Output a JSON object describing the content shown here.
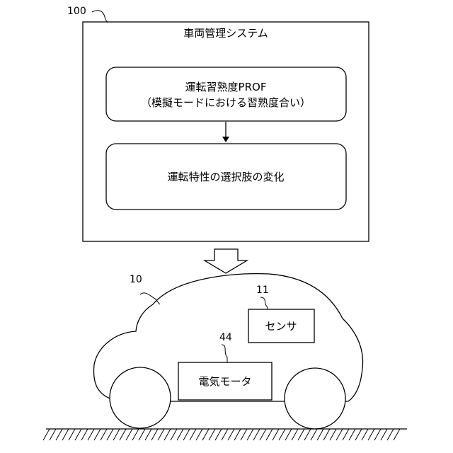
{
  "system": {
    "ref": "100",
    "title": "車両管理システム",
    "box1": {
      "line1": "運転習熟度PROF",
      "line2": "（模擬モードにおける習熟度合い）"
    },
    "box2": {
      "text": "運転特性の選択肢の変化"
    }
  },
  "vehicle": {
    "ref": "10",
    "sensor": {
      "ref": "11",
      "label": "センサ"
    },
    "motor": {
      "ref": "44",
      "label": "電気モータ"
    }
  }
}
